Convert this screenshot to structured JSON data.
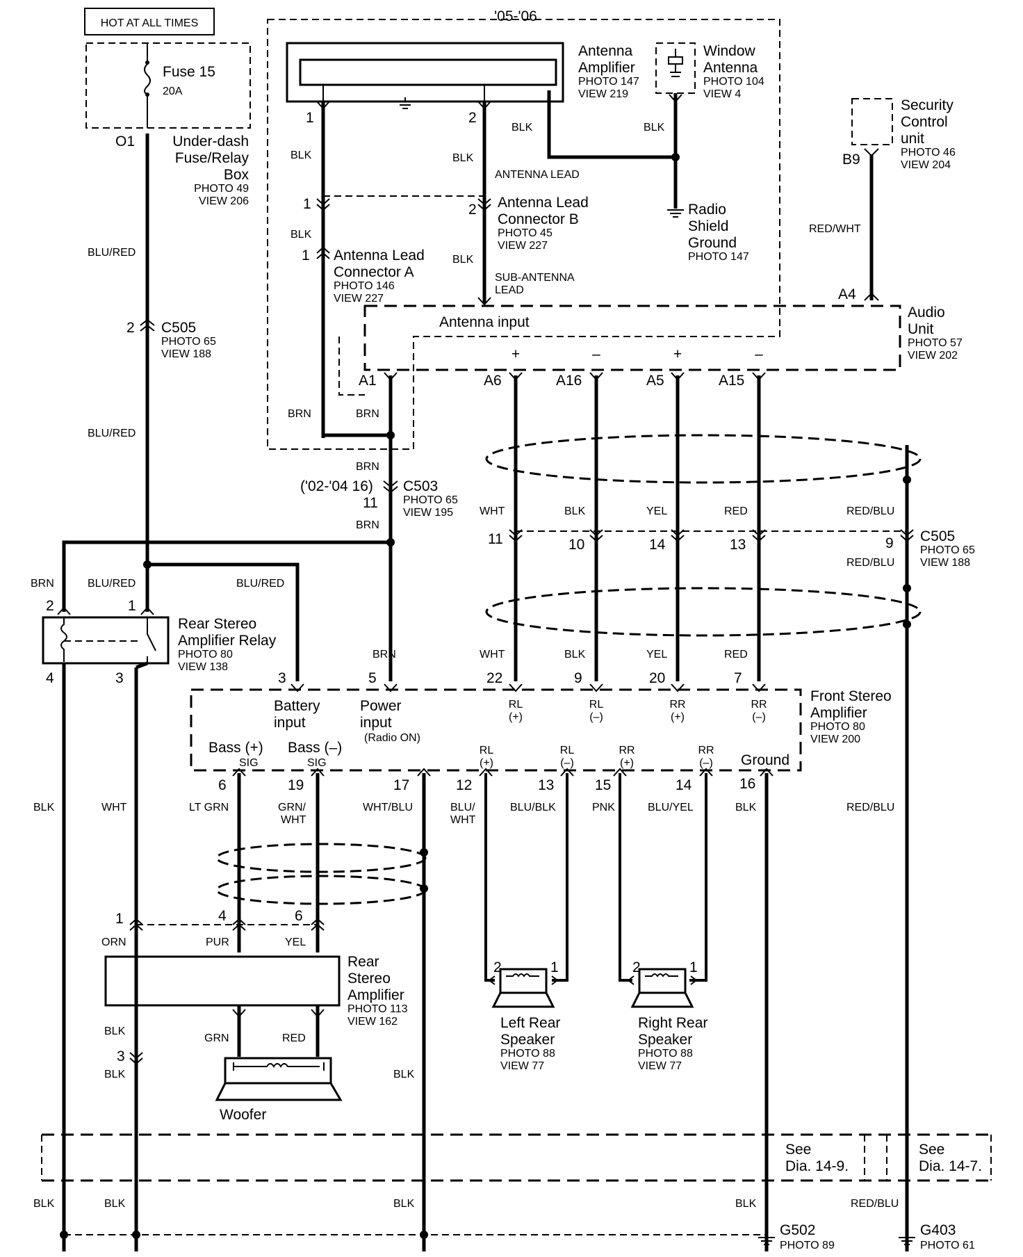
{
  "title_box": "HOT AT ALL TIMES",
  "year_label": "'05-'06",
  "fuse": {
    "name": "Fuse 15",
    "rating": "20A",
    "term": "O1"
  },
  "fuse_box": {
    "l1": "Under-dash",
    "l2": "Fuse/Relay",
    "l3": "Box",
    "photo": "PHOTO 49",
    "view": "VIEW 206"
  },
  "ant_amp": {
    "l1": "Antenna",
    "l2": "Amplifier",
    "photo": "PHOTO 147",
    "view": "VIEW 219",
    "pin1": "1",
    "pin2": "2"
  },
  "win_ant": {
    "l1": "Window",
    "l2": "Antenna",
    "photo": "PHOTO 104",
    "view": "VIEW 4"
  },
  "security": {
    "l1": "Security",
    "l2": "Control",
    "l3": "unit",
    "photo": "PHOTO 46",
    "view": "VIEW 204",
    "pin": "B9"
  },
  "radio_shield": {
    "l1": "Radio",
    "l2": "Shield",
    "l3": "Ground",
    "photo": "PHOTO 147"
  },
  "conn_b": {
    "l1": "Antenna Lead",
    "l2": "Connector B",
    "photo": "PHOTO 45",
    "view": "VIEW 227",
    "pin_left": "1",
    "pin_right": "2"
  },
  "conn_a": {
    "l1": "Antenna Lead",
    "l2": "Connector A",
    "photo": "PHOTO 146",
    "view": "VIEW 227",
    "pin": "1"
  },
  "audio": {
    "l1": "Audio",
    "l2": "Unit",
    "photo": "PHOTO 57",
    "view": "VIEW 202",
    "antenna_input": "Antenna input",
    "pin_a4": "A4",
    "pin_a1": "A1",
    "pins": [
      "A6",
      "A16",
      "A5",
      "A15"
    ],
    "signs": [
      "+",
      "–",
      "+",
      "–"
    ]
  },
  "wires": {
    "blk": "BLK",
    "antenna_lead": "ANTENNA LEAD",
    "sub1": "SUB-ANTENNA",
    "sub2": "LEAD",
    "red_wht": "RED/WHT",
    "blu_red": "BLU/RED",
    "brn": "BRN",
    "wht": "WHT",
    "yel": "YEL",
    "red": "RED",
    "red_blu": "RED/BLU",
    "lt_grn": "LT GRN",
    "grn_wht1": "GRN/",
    "grn_wht2": "WHT",
    "wht_blu": "WHT/BLU",
    "blu_wht1": "BLU/",
    "blu_wht2": "WHT",
    "blu_blk": "BLU/BLK",
    "pnk": "PNK",
    "blu_yel": "BLU/YEL",
    "orn": "ORN",
    "pur": "PUR",
    "grn": "GRN"
  },
  "c505_top": {
    "name": "C505",
    "photo": "PHOTO 65",
    "view": "VIEW 188",
    "pin": "2"
  },
  "c503": {
    "name": "C503",
    "photo": "PHOTO 65",
    "view": "VIEW 195",
    "note": "('02-'04 16)",
    "pin": "11"
  },
  "c505_mid": {
    "name": "C505",
    "photo": "PHOTO 65",
    "view": "VIEW 188",
    "pins": [
      "11",
      "10",
      "14",
      "13",
      "9"
    ]
  },
  "relay": {
    "l1": "Rear Stereo",
    "l2": "Amplifier Relay",
    "photo": "PHOTO 80",
    "view": "VIEW 138",
    "pins": [
      "2",
      "1",
      "4",
      "3"
    ]
  },
  "front_amp": {
    "l1": "Front Stereo",
    "l2": "Amplifier",
    "photo": "PHOTO 80",
    "view": "VIEW 200",
    "top_pins": [
      "3",
      "5",
      "22",
      "9",
      "20",
      "7"
    ],
    "battery1": "Battery",
    "battery2": "input",
    "power1": "Power",
    "power2": "input",
    "power3": "(Radio ON)",
    "in_labels": [
      [
        "RL",
        "(+)"
      ],
      [
        "RL",
        "(–)"
      ],
      [
        "RR",
        "(+)"
      ],
      [
        "RR",
        "(–)"
      ]
    ],
    "bass_plus": "Bass (+)",
    "bass_minus": "Bass (–)",
    "sig": "SIG",
    "out_labels": [
      [
        "RL",
        "(+)"
      ],
      [
        "RL",
        "(–)"
      ],
      [
        "RR",
        "(+)"
      ],
      [
        "RR",
        "(–)"
      ]
    ],
    "ground": "Ground",
    "bottom_pins": [
      "6",
      "19",
      "17",
      "12",
      "13",
      "15",
      "14",
      "16"
    ]
  },
  "rear_amp": {
    "l1": "Rear",
    "l2": "Stereo",
    "l3": "Amplifier",
    "photo": "PHOTO 113",
    "view": "VIEW 162",
    "pins": [
      "1",
      "4",
      "6"
    ],
    "pin3": "3"
  },
  "woofer": "Woofer",
  "left_spk": {
    "l1": "Left Rear",
    "l2": "Speaker",
    "photo": "PHOTO 88",
    "view": "VIEW 77",
    "p2": "2",
    "p1": "1"
  },
  "right_spk": {
    "l1": "Right Rear",
    "l2": "Speaker",
    "photo": "PHOTO 88",
    "view": "VIEW 77",
    "p2": "2",
    "p1": "1"
  },
  "see1": {
    "l1": "See",
    "l2": "Dia.  14-9."
  },
  "see2": {
    "l1": "See",
    "l2": "Dia.  14-7."
  },
  "g502": {
    "name": "G502",
    "photo": "PHOTO 89"
  },
  "g403": {
    "name": "G403",
    "photo": "PHOTO 61"
  }
}
